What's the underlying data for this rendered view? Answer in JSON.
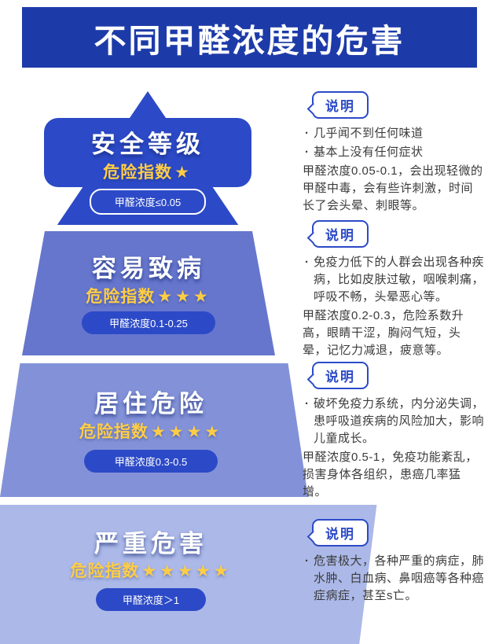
{
  "header": {
    "title": "不同甲醛浓度的危害"
  },
  "pyramid": {
    "levels": [
      {
        "title": "安全等级",
        "risk_label": "危险指数",
        "stars": "★",
        "pill": "甲醛浓度≤0.05"
      },
      {
        "title": "容易致病",
        "risk_label": "危险指数",
        "stars": "★★★",
        "pill": "甲醛浓度0.1-0.25"
      },
      {
        "title": "居住危险",
        "risk_label": "危险指数",
        "stars": "★★★★",
        "pill": "甲醛浓度0.3-0.5"
      },
      {
        "title": "严重危害",
        "risk_label": "危险指数",
        "stars": "★★★★★",
        "pill": "甲醛浓度＞1"
      }
    ]
  },
  "notes": [
    {
      "badge": "说明",
      "lines": [
        {
          "bullet": true,
          "text": "几乎闻不到任何味道"
        },
        {
          "bullet": true,
          "text": "基本上没有任何症状"
        },
        {
          "bullet": false,
          "text": "甲醛浓度0.05-0.1，会出现轻微的甲醛中毒，会有些许刺激，时间长了会头晕、刺眼等。"
        }
      ]
    },
    {
      "badge": "说明",
      "lines": [
        {
          "bullet": true,
          "text": "免疫力低下的人群会出现各种疾病，比如皮肤过敏，咽喉刺痛，呼吸不畅，头晕恶心等。"
        },
        {
          "bullet": false,
          "text": "甲醛浓度0.2-0.3，危险系数升高，眼睛干涩，胸闷气短，头晕，记忆力减退，疲意等。"
        }
      ]
    },
    {
      "badge": "说明",
      "lines": [
        {
          "bullet": true,
          "text": "破坏免疫力系统，内分泌失调，患呼吸道疾病的风险加大，影响儿童成长。"
        },
        {
          "bullet": false,
          "text": "甲醛浓度0.5-1，免疫功能紊乱，损害身体各组织，患癌几率猛增。"
        }
      ]
    },
    {
      "badge": "说明",
      "lines": [
        {
          "bullet": true,
          "text": "危害极大，各种严重的病症，肺水肿、白血病、鼻咽癌等各种癌症病症，甚至s亡。"
        }
      ]
    }
  ],
  "colors": {
    "header_bg": "#1d3ba8",
    "level1": "#2c4ac7",
    "level2": "#6676cd",
    "level3": "#8392d8",
    "level4": "#abb8e8",
    "star_gold": "#ffcd45",
    "note_accent": "#2c4ac7"
  }
}
